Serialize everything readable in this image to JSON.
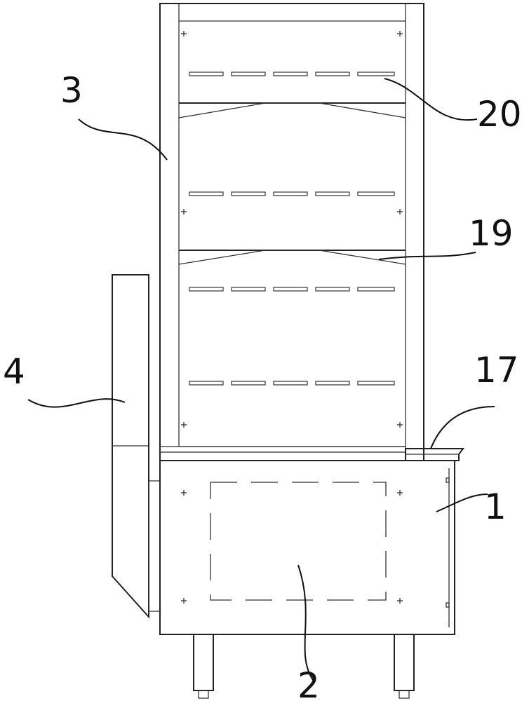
{
  "labels": {
    "main_cabinet": "3",
    "shelf_slots": "20",
    "shelf_bars": "19",
    "side_chute": "4",
    "front_lip": "17",
    "base": "1",
    "panel": "2"
  }
}
